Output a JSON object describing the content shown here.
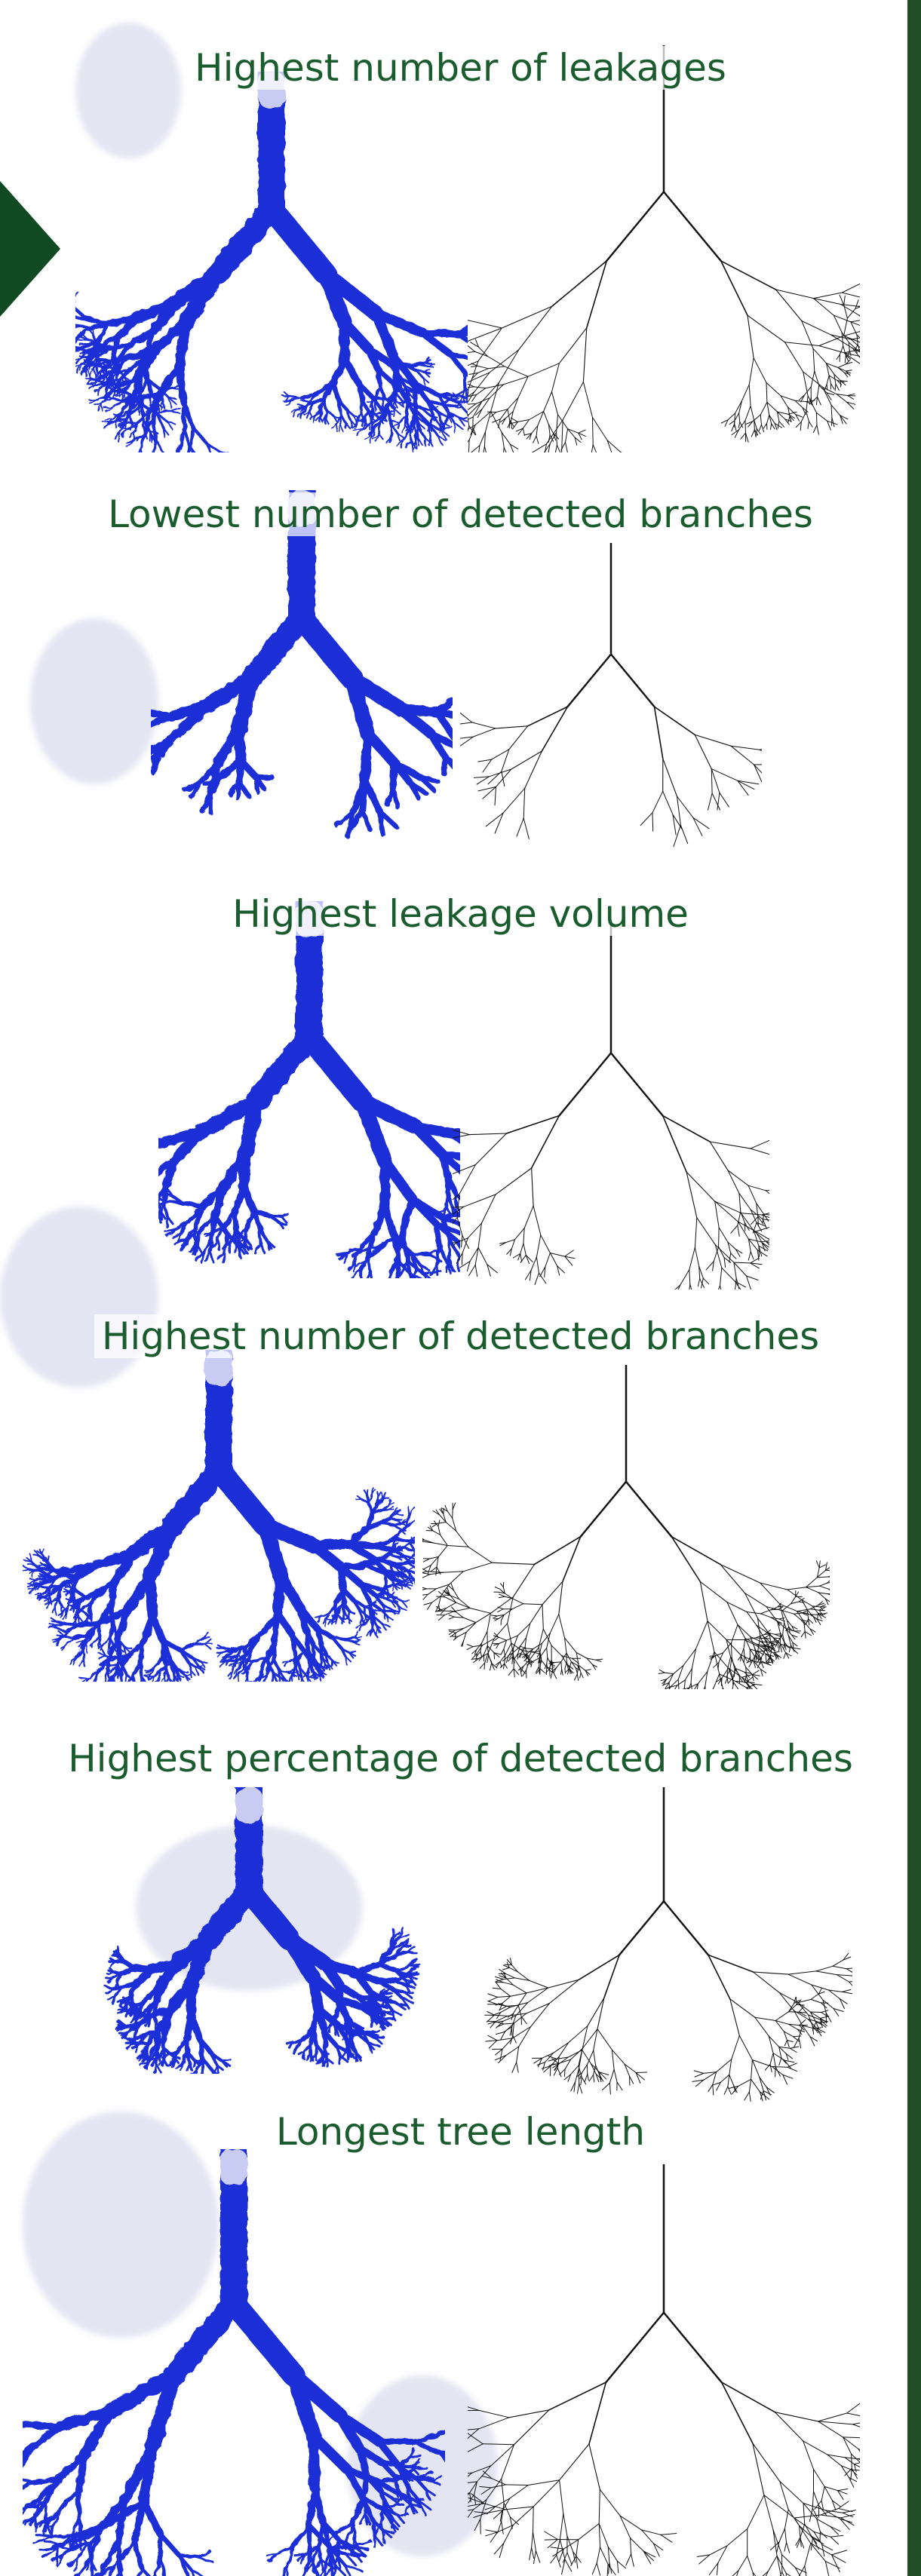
{
  "panels": [
    {
      "title": "Highest number of leakages"
    },
    {
      "title": "Lowest number of detected branches"
    },
    {
      "title": "Highest leakage volume"
    },
    {
      "title": "Highest number of detected branches"
    },
    {
      "title": "Highest percentage of detected branches"
    },
    {
      "title": "Longest tree length"
    }
  ],
  "colors": {
    "title_text": "#1a5c2e",
    "airway_fill": "#1f2fd6",
    "airway_dark": "#0f1a99",
    "trachea_tip": "#c9ccf2",
    "skeleton_line": "#111111",
    "accent_bar": "#1e4d26"
  }
}
